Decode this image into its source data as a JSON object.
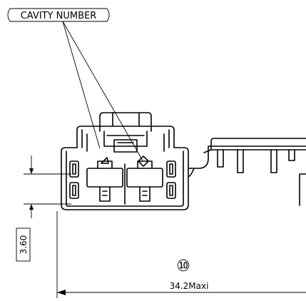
{
  "callout": {
    "label": "CAVITY NUMBER"
  },
  "dimensions": {
    "height_value": "3.60",
    "width_value": "34.2Maxi"
  },
  "markers": {
    "part_number": "⑩"
  },
  "colors": {
    "line": "#000000",
    "background": "#ffffff"
  }
}
